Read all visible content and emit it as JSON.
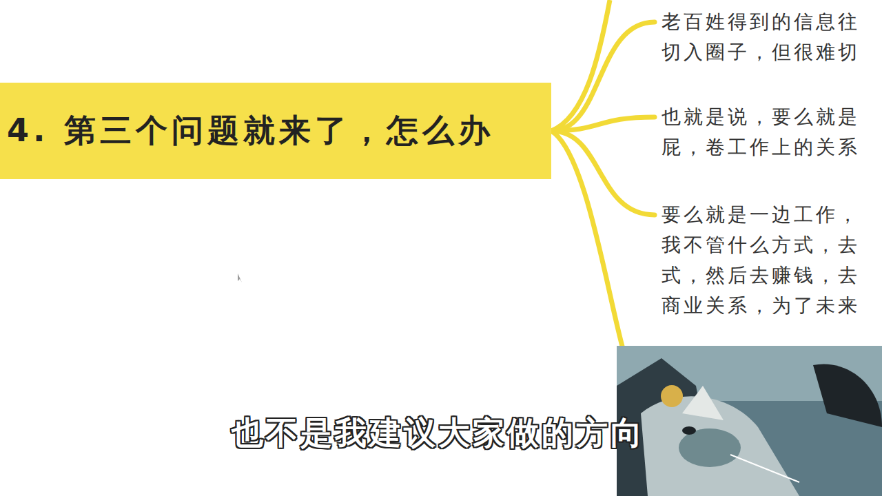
{
  "diagram": {
    "nodes": [
      {
        "text": [
          "4. 第三个问题就来了，怎么办"
        ]
      },
      {
        "text": [
          "老百姓得到的信息往 切入圈子，但很难切"
        ]
      },
      {
        "text": [
          "也就是说，要么就是 屁，卷工作上的关系"
        ]
      },
      {
        "text": [
          "要么就是一边工作， 我不管什么方式，去 式，然后去赚钱，去 商业关系，为了未来"
        ]
      }
    ],
    "edges": [
      {
        "from": 0,
        "to": 1,
        "arrow": "none"
      },
      {
        "from": 0,
        "to": 2,
        "arrow": "none"
      },
      {
        "from": 0,
        "to": 3,
        "arrow": "none"
      }
    ],
    "labels": [
      "也不是我建议大家做的方向"
    ]
  }
}
